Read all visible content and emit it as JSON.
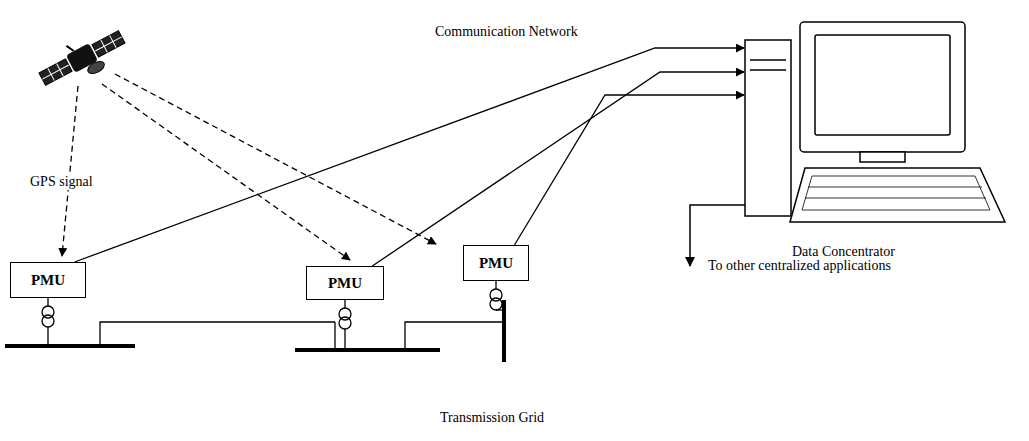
{
  "diagram": {
    "nodes": [
      {
        "text": [
          "PMU"
        ]
      },
      {
        "text": [
          "PMU"
        ]
      },
      {
        "text": [
          "PMU"
        ]
      },
      {
        "text": [
          "Data Concentrator"
        ]
      }
    ],
    "edges": [
      {
        "from": 0,
        "to": 3,
        "arrow": "to"
      },
      {
        "from": 1,
        "to": 3,
        "arrow": "to"
      },
      {
        "from": 2,
        "to": 3,
        "arrow": "to"
      }
    ],
    "labels": [
      "GPS signal",
      "Communication Network",
      "To other centralized applications",
      "Transmission Grid"
    ]
  }
}
